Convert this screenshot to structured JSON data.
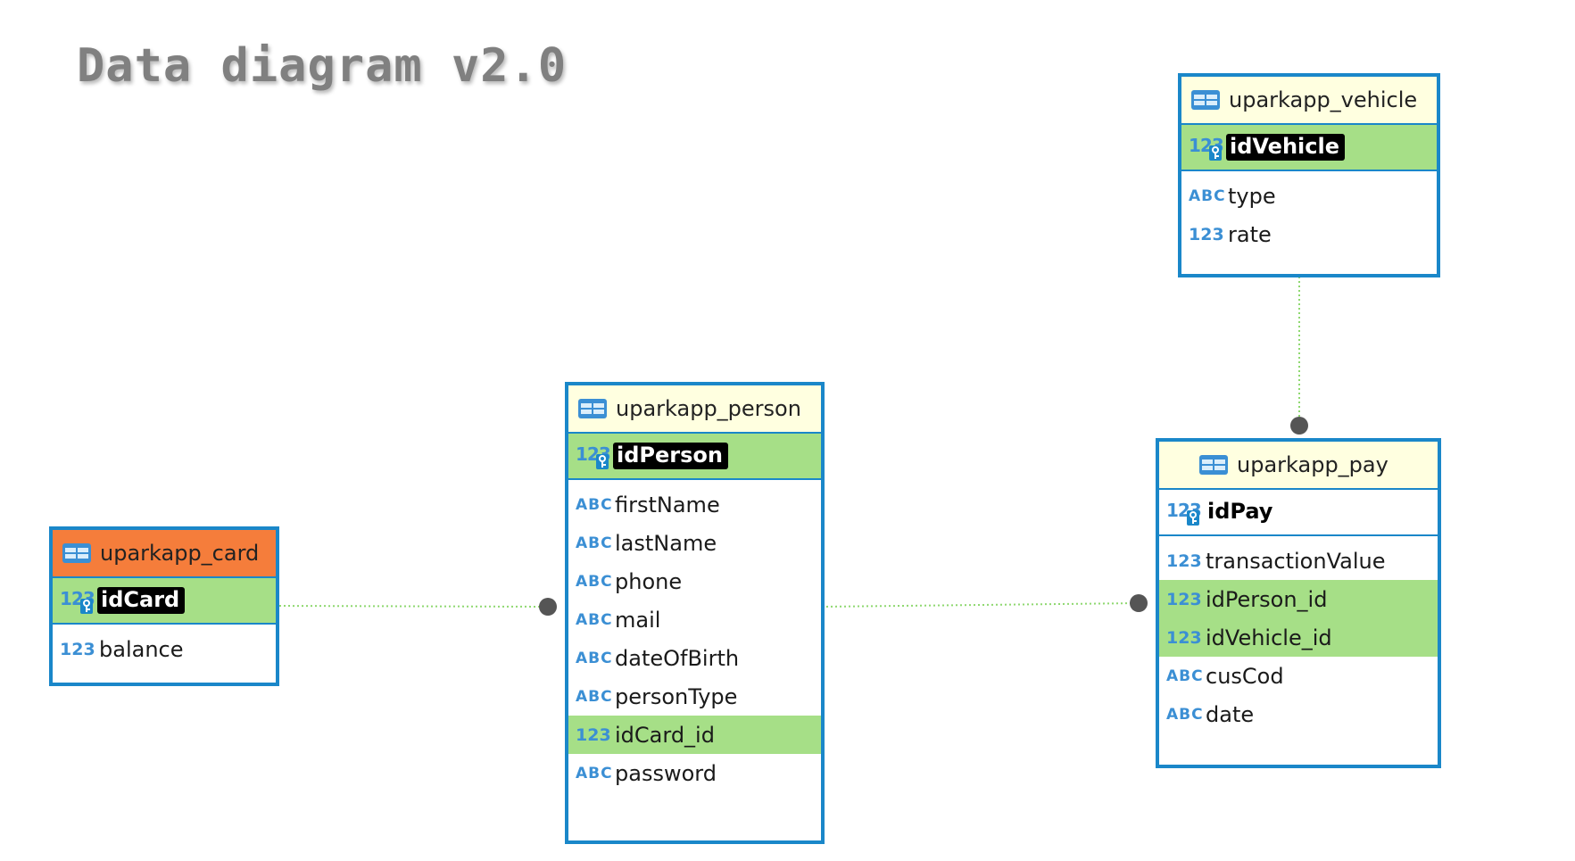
{
  "title": "Data diagram v2.0",
  "colors": {
    "border": "#1a87c9",
    "header": "#ffffe0",
    "header_highlight": "#f57d3b",
    "fk_row": "#a6df87",
    "type_icon": "#3b8fd4",
    "connector": "#8fd870",
    "endpoint": "#555555"
  },
  "entities": {
    "card": {
      "name": "uparkapp_card",
      "pk": {
        "icon": "123",
        "name": "idCard"
      },
      "attributes": [
        {
          "type": "123",
          "name": "balance"
        }
      ]
    },
    "person": {
      "name": "uparkapp_person",
      "pk": {
        "icon": "123",
        "name": "idPerson"
      },
      "attributes": [
        {
          "type": "ABC",
          "name": "firstName"
        },
        {
          "type": "ABC",
          "name": "lastName"
        },
        {
          "type": "ABC",
          "name": "phone"
        },
        {
          "type": "ABC",
          "name": "mail"
        },
        {
          "type": "ABC",
          "name": "dateOfBirth"
        },
        {
          "type": "ABC",
          "name": "personType"
        },
        {
          "type": "123",
          "name": "idCard_id"
        },
        {
          "type": "ABC",
          "name": "password"
        }
      ]
    },
    "vehicle": {
      "name": "uparkapp_vehicle",
      "pk": {
        "icon": "123",
        "name": "idVehicle"
      },
      "attributes": [
        {
          "type": "ABC",
          "name": "type"
        },
        {
          "type": "123",
          "name": "rate"
        }
      ]
    },
    "pay": {
      "name": "uparkapp_pay",
      "pk": {
        "icon": "123",
        "name": "idPay"
      },
      "attributes": [
        {
          "type": "123",
          "name": "transactionValue"
        },
        {
          "type": "123",
          "name": "idPerson_id"
        },
        {
          "type": "123",
          "name": "idVehicle_id"
        },
        {
          "type": "ABC",
          "name": "cusCod"
        },
        {
          "type": "ABC",
          "name": "date"
        }
      ]
    }
  }
}
